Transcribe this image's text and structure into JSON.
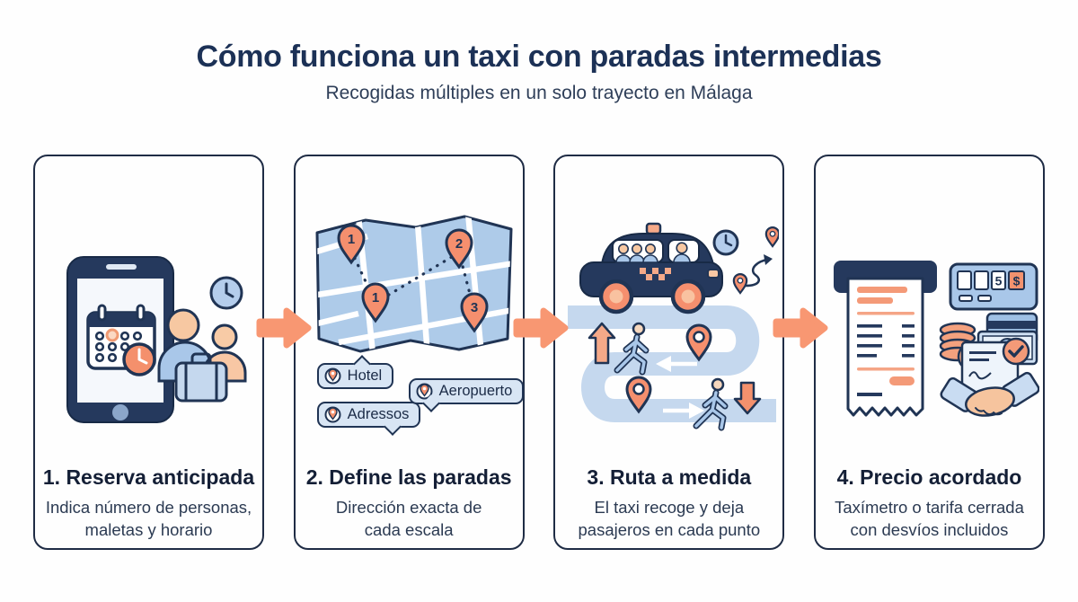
{
  "header": {
    "title": "Cómo funciona un taxi con paradas intermedias",
    "subtitle": "Recogidas múltiples en un solo trayecto en Málaga"
  },
  "colors": {
    "navy_fill": "#25395d",
    "outline_navy": "#203454",
    "pin_orange": "#f58f6e",
    "arrow_orange": "#f89772",
    "map_blue": "#aecbe9",
    "road_blue": "#c5d8ee",
    "chip_blue": "#d8e5f4",
    "title_text": "#1c3156",
    "body_text": "#2b3a52"
  },
  "arrow": {
    "icon": "right-block-arrow-icon"
  },
  "steps": [
    {
      "title": "1. Reserva anticipada",
      "description_lines": [
        "Indica número de personas,",
        "maletas y horario"
      ],
      "icons": [
        "smartphone-icon",
        "calendar-icon",
        "clock-icon",
        "passengers-icon",
        "suitcase-icon"
      ]
    },
    {
      "title": "2. Define las paradas",
      "description_lines": [
        "Dirección exacta de",
        "cada escala"
      ],
      "icons": [
        "map-icon",
        "location-pin-icon",
        "speech-bubble-icon"
      ],
      "pin_numbers": [
        "1",
        "2",
        "1",
        "3"
      ],
      "location_labels": [
        "Hotel",
        "Adressos",
        "Aeropuerto"
      ]
    },
    {
      "title": "3. Ruta a medida",
      "description_lines": [
        "El taxi recoge y deja",
        "pasajeros en cada punto"
      ],
      "icons": [
        "taxi-icon",
        "winding-road-icon",
        "clock-icon",
        "route-icon",
        "pedestrian-icon",
        "location-pin-icon",
        "up-arrow-icon",
        "down-arrow-icon"
      ]
    },
    {
      "title": "4. Precio acordado",
      "description_lines": [
        "Taxímetro o tarifa cerrada",
        "con desvíos incluidos"
      ],
      "icons": [
        "receipt-icon",
        "taximeter-icon",
        "coins-icon",
        "banknote-icon",
        "credit-card-icon",
        "contract-icon",
        "check-icon",
        "handshake-icon"
      ],
      "taximeter_display": [
        "5",
        "$"
      ]
    }
  ]
}
